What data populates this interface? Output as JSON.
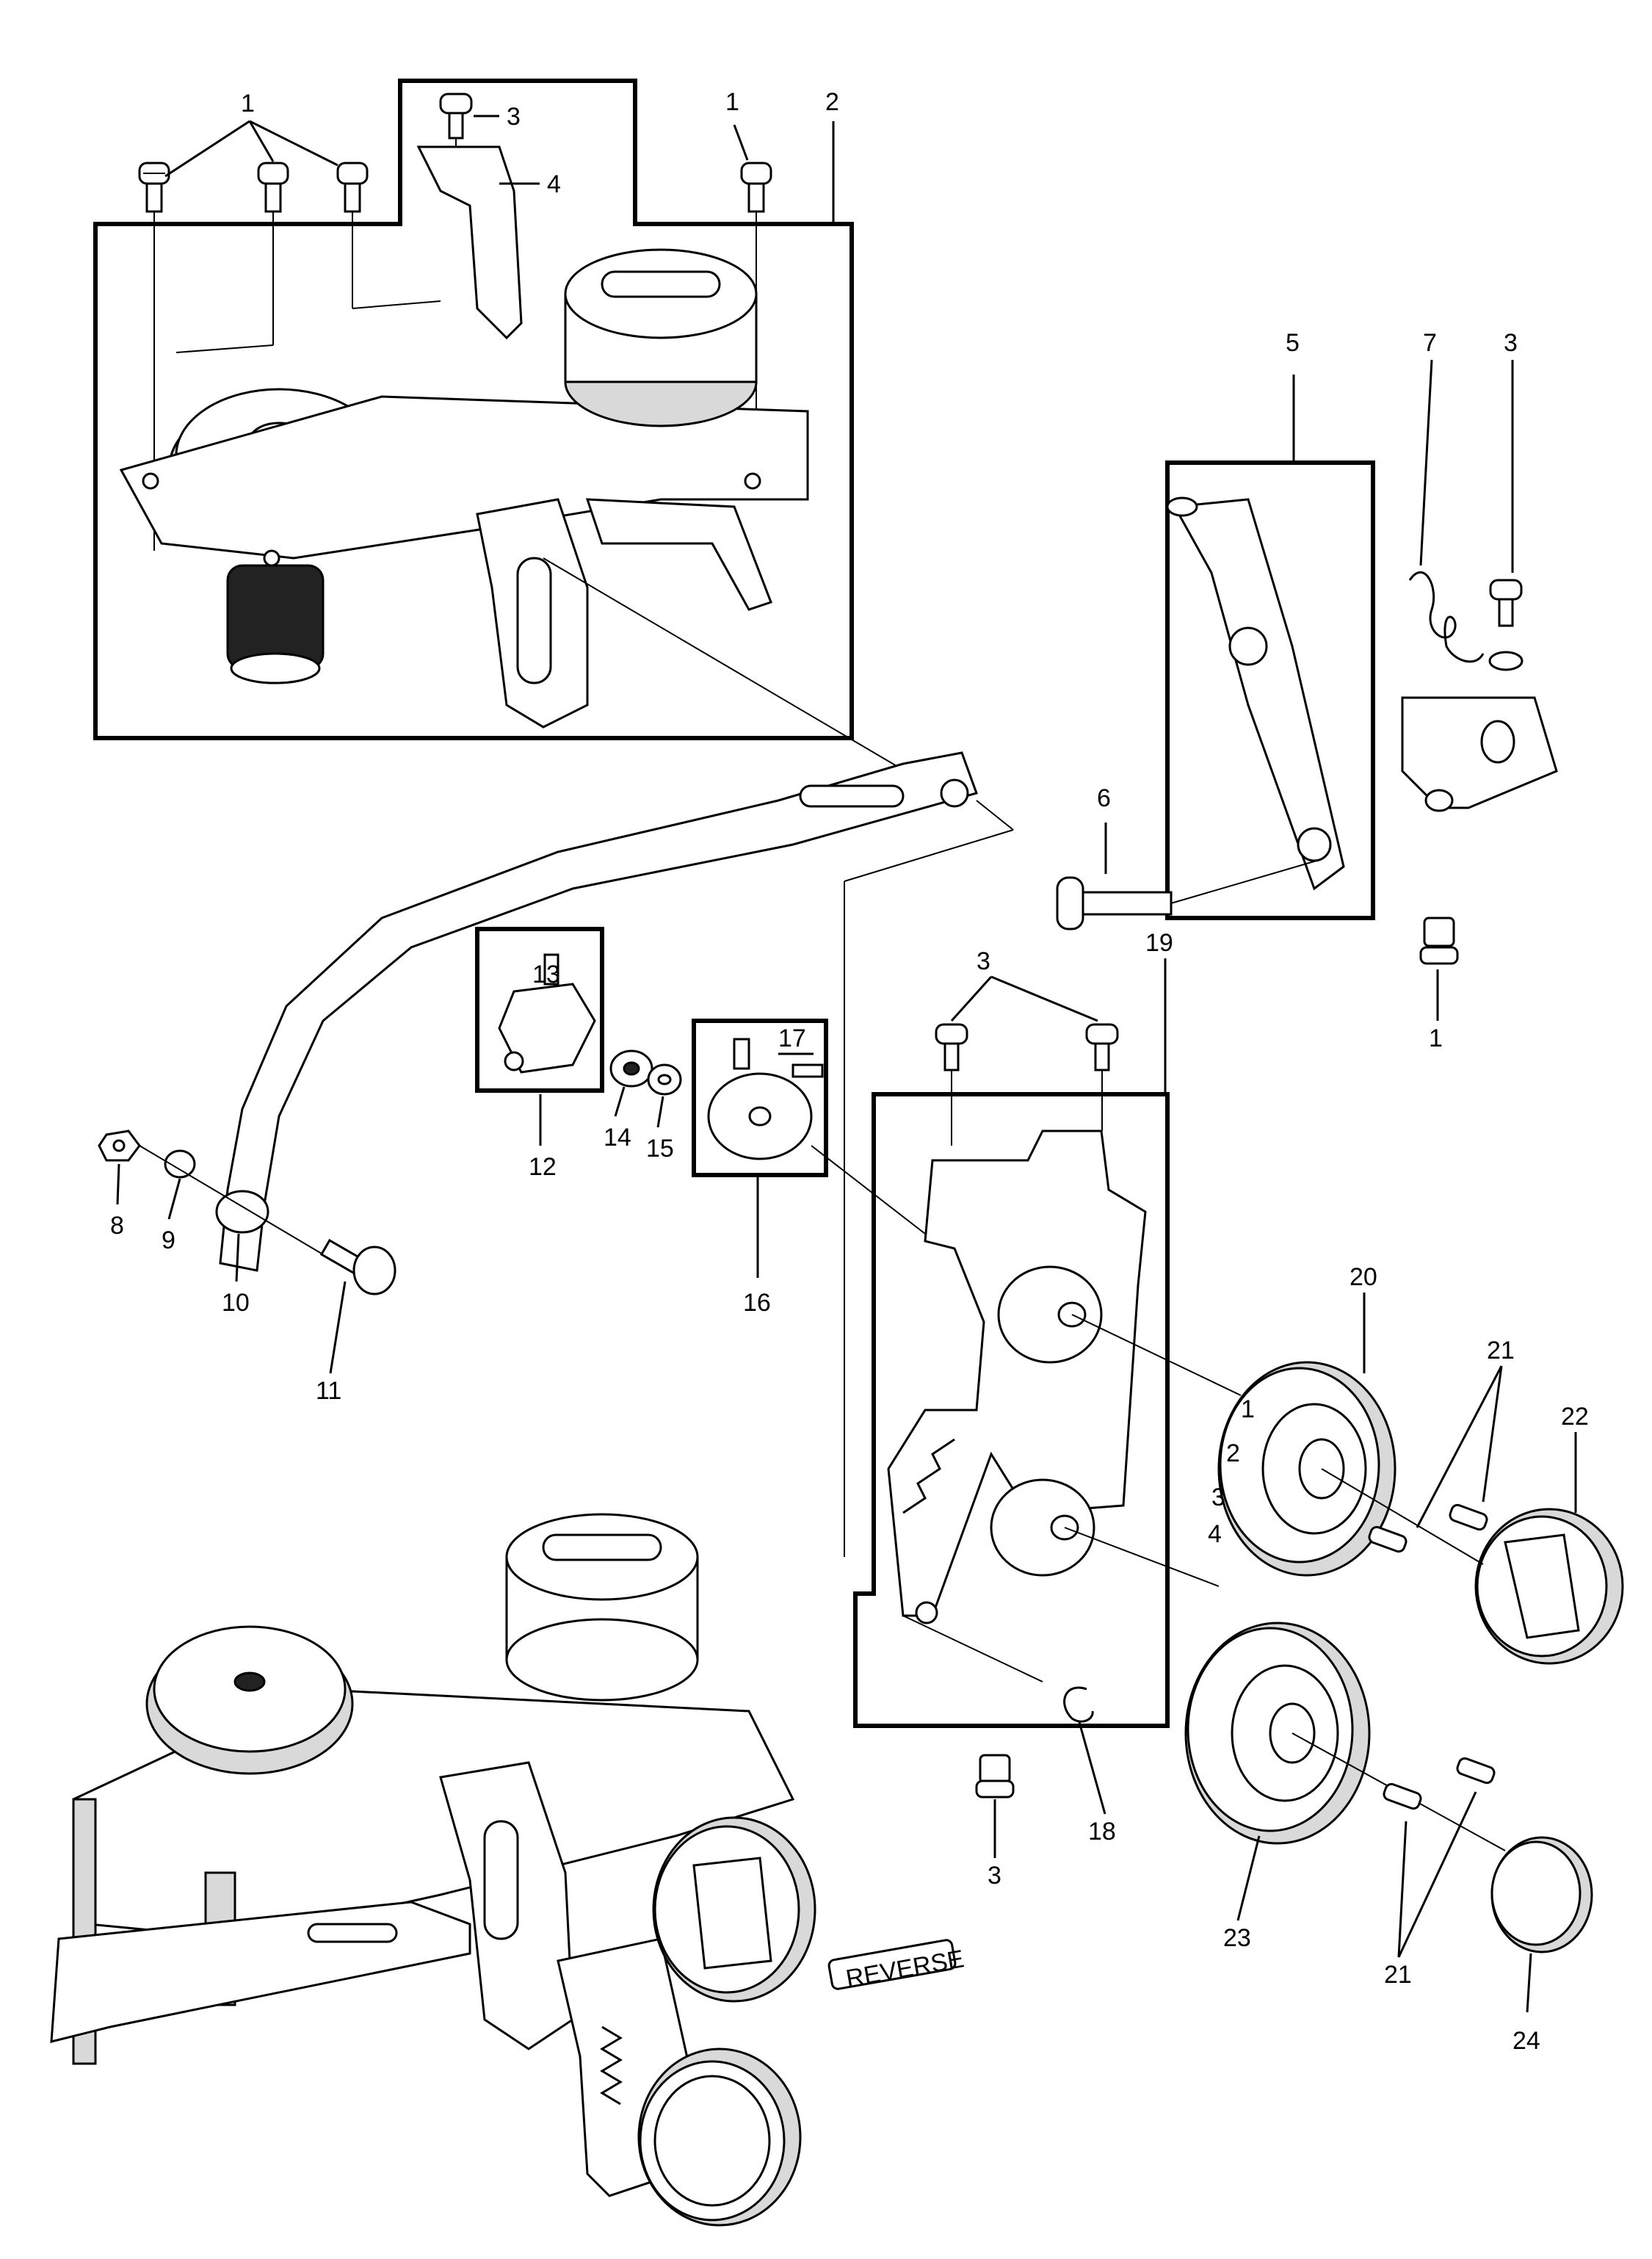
{
  "callouts": [
    "1",
    "2",
    "3",
    "4",
    "5",
    "6",
    "7",
    "8",
    "9",
    "10",
    "11",
    "12",
    "13",
    "14",
    "15",
    "16",
    "17",
    "18",
    "19",
    "20",
    "21",
    "22",
    "23",
    "24"
  ],
  "dial_numerals": [
    "1",
    "2",
    "3",
    "4"
  ],
  "reverse_plate_text": "REVERSE"
}
